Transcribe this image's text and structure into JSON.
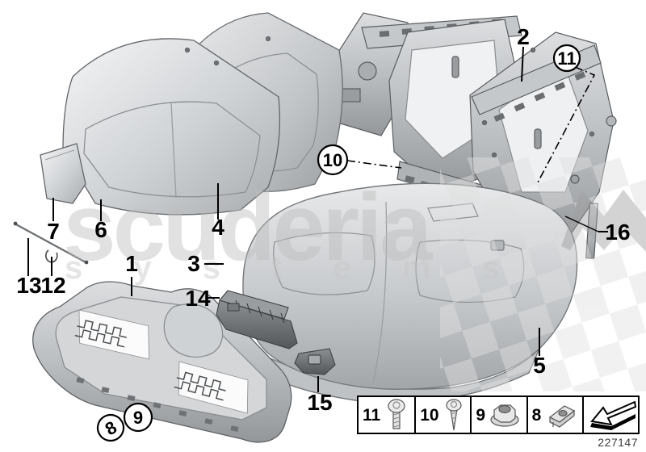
{
  "watermark": {
    "brand": "scuderia",
    "subtitle": "s y s t e m s"
  },
  "drawing_number": "227147",
  "callouts": {
    "n1": "1",
    "n2": "2",
    "n3": "3",
    "n4": "4",
    "n5": "5",
    "n6": "6",
    "n7": "7",
    "n8": "8",
    "n9": "9",
    "n10": "10",
    "n11": "11",
    "n12": "12",
    "n13": "13",
    "n14": "14",
    "n15": "15",
    "n16": "16"
  },
  "legend": {
    "items": [
      {
        "num": "11",
        "icon": "torx-machine-screw"
      },
      {
        "num": "10",
        "icon": "self-tapping-screw"
      },
      {
        "num": "9",
        "icon": "hex-flange-nut"
      },
      {
        "num": "8",
        "icon": "sheet-metal-clip-nut"
      }
    ],
    "arrow_icon": "fitting-direction-arrow"
  },
  "colors": {
    "label": "#000000",
    "part_light": "#f0f1f2",
    "part_mid": "#c9ccce",
    "part_dark": "#7d8083",
    "watermark": "#cccccc"
  }
}
